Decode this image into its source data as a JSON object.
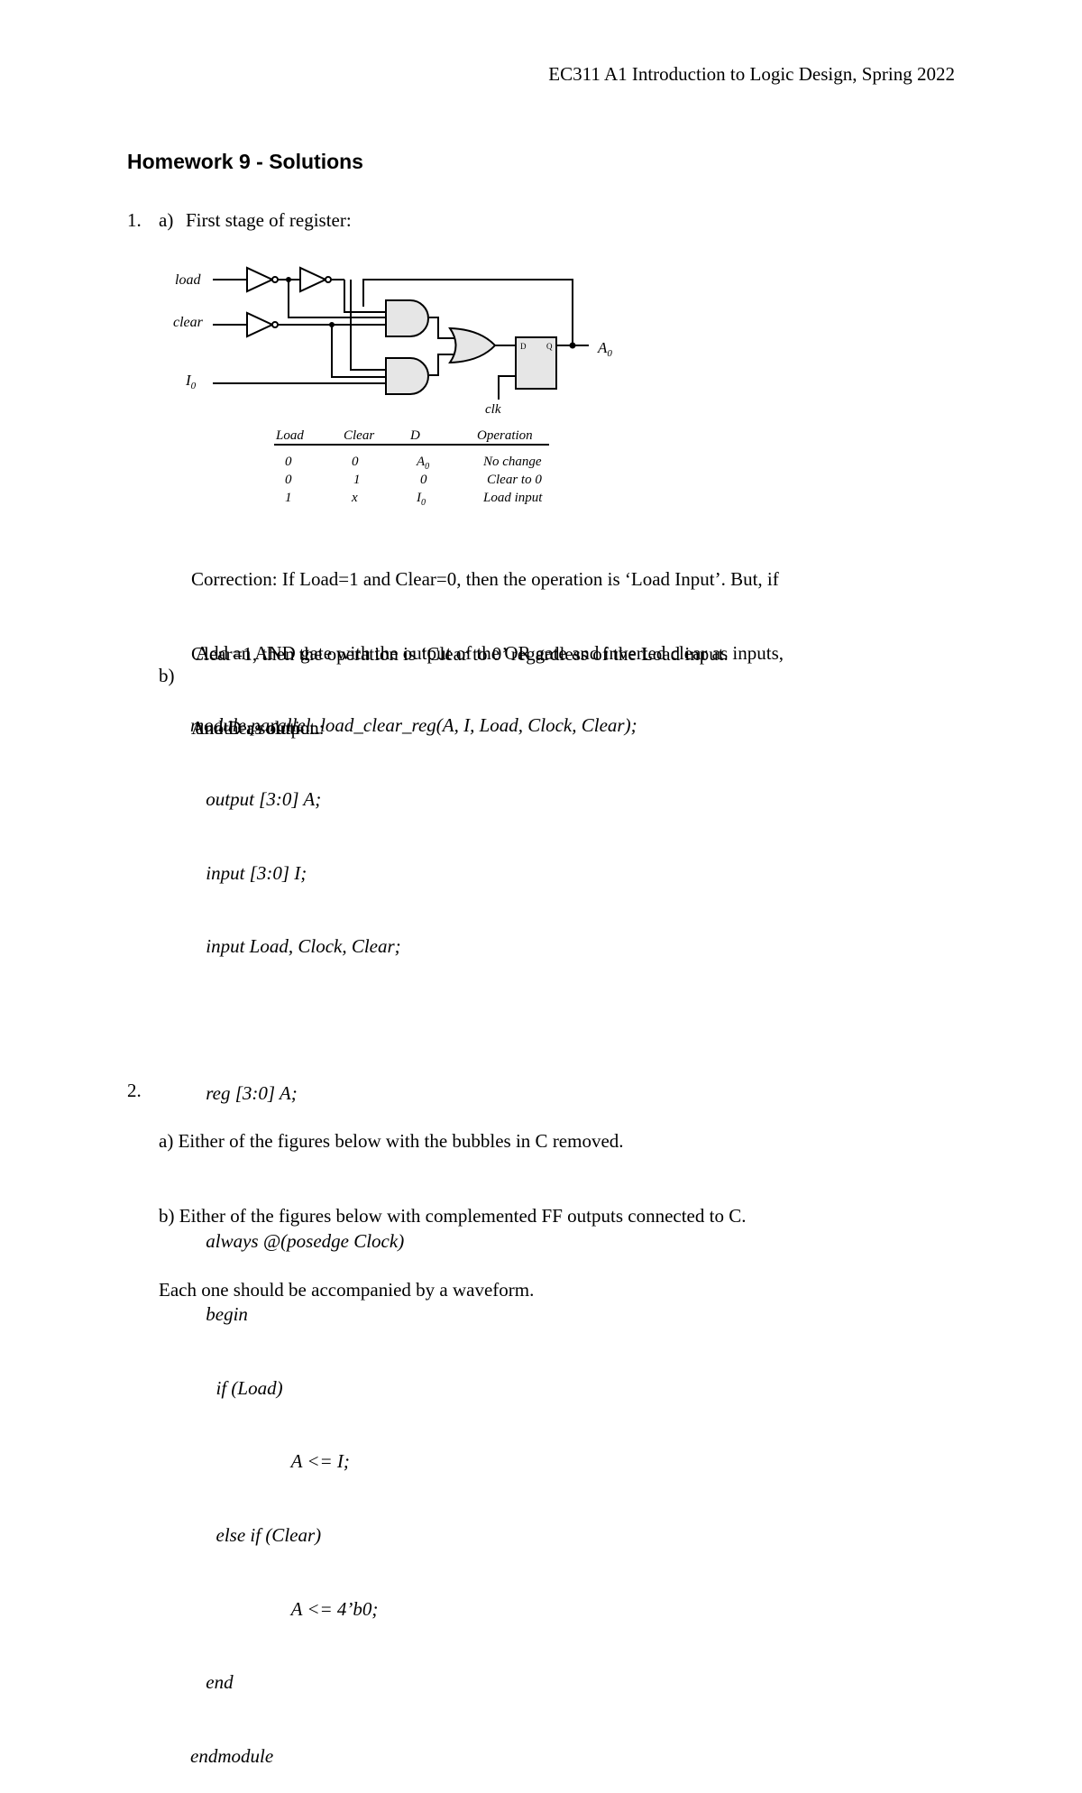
{
  "header": {
    "course": "EC311 A1 Introduction to Logic Design, Spring 2022"
  },
  "title": "Homework 9 - Solutions",
  "problem1": {
    "number": "1.",
    "part_a": {
      "label": "a)",
      "text": "First stage of register:",
      "circuit": {
        "input_load": "load",
        "input_clear": "clear",
        "input_i": "I",
        "input_i_sub": "0",
        "output_a": "A",
        "output_a_sub": "0",
        "clock": "clk",
        "ff_d": "D",
        "ff_q": "Q"
      },
      "table": {
        "headers": [
          "Load",
          "Clear",
          "D",
          "Operation"
        ],
        "rows": [
          {
            "load": "0",
            "clear": "0",
            "d": "A",
            "d_sub": "0",
            "op": "No change"
          },
          {
            "load": "0",
            "clear": "1",
            "d": "0",
            "d_sub": "",
            "op": "Clear to 0"
          },
          {
            "load": "1",
            "clear": "x",
            "d": "I",
            "d_sub": "0",
            "op": "Load input"
          }
        ]
      },
      "correction_lines": [
        "Correction: If Load=1 and Clear=0, then the operation is ‘Load Input’. But, if",
        "Clear=1, then the operation is ‘Clear to 0’ regardless of the Load input.",
        "Another solution:"
      ],
      "another_lines": [
        "Add an AND gate with the output of the OR gate and inverted clear as inputs,",
        "and D as output."
      ]
    },
    "part_b": {
      "label": "b)",
      "code_lines": [
        "module parallel_load_clear_reg(A, I, Load, Clock, Clear);",
        " output [3:0] A;",
        " input [3:0] I;",
        " input Load, Clock, Clear;",
        "",
        " reg [3:0] A;",
        "",
        " always @(posedge Clock)",
        " begin",
        "  if (Load)",
        "        A <= I;",
        "  else if (Clear)",
        "        A <= 4’b0;",
        " end",
        "endmodule"
      ]
    }
  },
  "problem2": {
    "number": "2.",
    "lines": [
      "a) Either of the figures below with the bubbles in C removed.",
      "b) Either of the figures below with complemented FF outputs connected to C.",
      "Each one should be accompanied by a waveform."
    ]
  }
}
